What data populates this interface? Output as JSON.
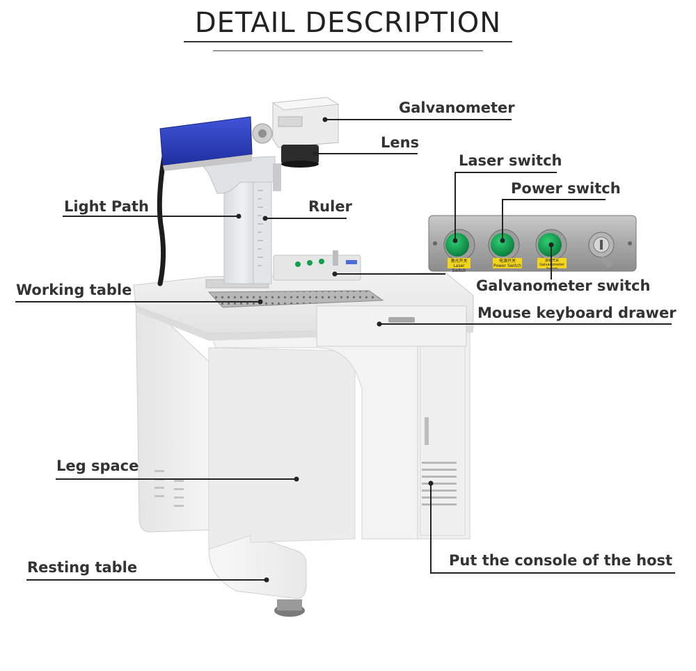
{
  "title": "DETAIL DESCRIPTION",
  "labels": {
    "galvanometer": "Galvanometer",
    "lens": "Lens",
    "laser_switch": "Laser switch",
    "power_switch": "Power switch",
    "light_path": "Light Path",
    "ruler": "Ruler",
    "working_table": "Working table",
    "galvanometer_switch": "Galvanometer switch",
    "mouse_keyboard_drawer": "Mouse keyboard drawer",
    "leg_space": "Leg space",
    "resting_table": "Resting table",
    "console": "Put the console of the host"
  },
  "panel_buttons": {
    "laser": "激光开关 Laser Switch",
    "power": "电源开关 Power Switch",
    "galvo": "振镜开关 Galvanometer Switch"
  },
  "colors": {
    "laser_blue": "#2c3fc4",
    "button_green": "#0f9a48",
    "label_text": "#333333",
    "leader_line": "#222222",
    "cabinet_white": "#f4f4f4"
  }
}
